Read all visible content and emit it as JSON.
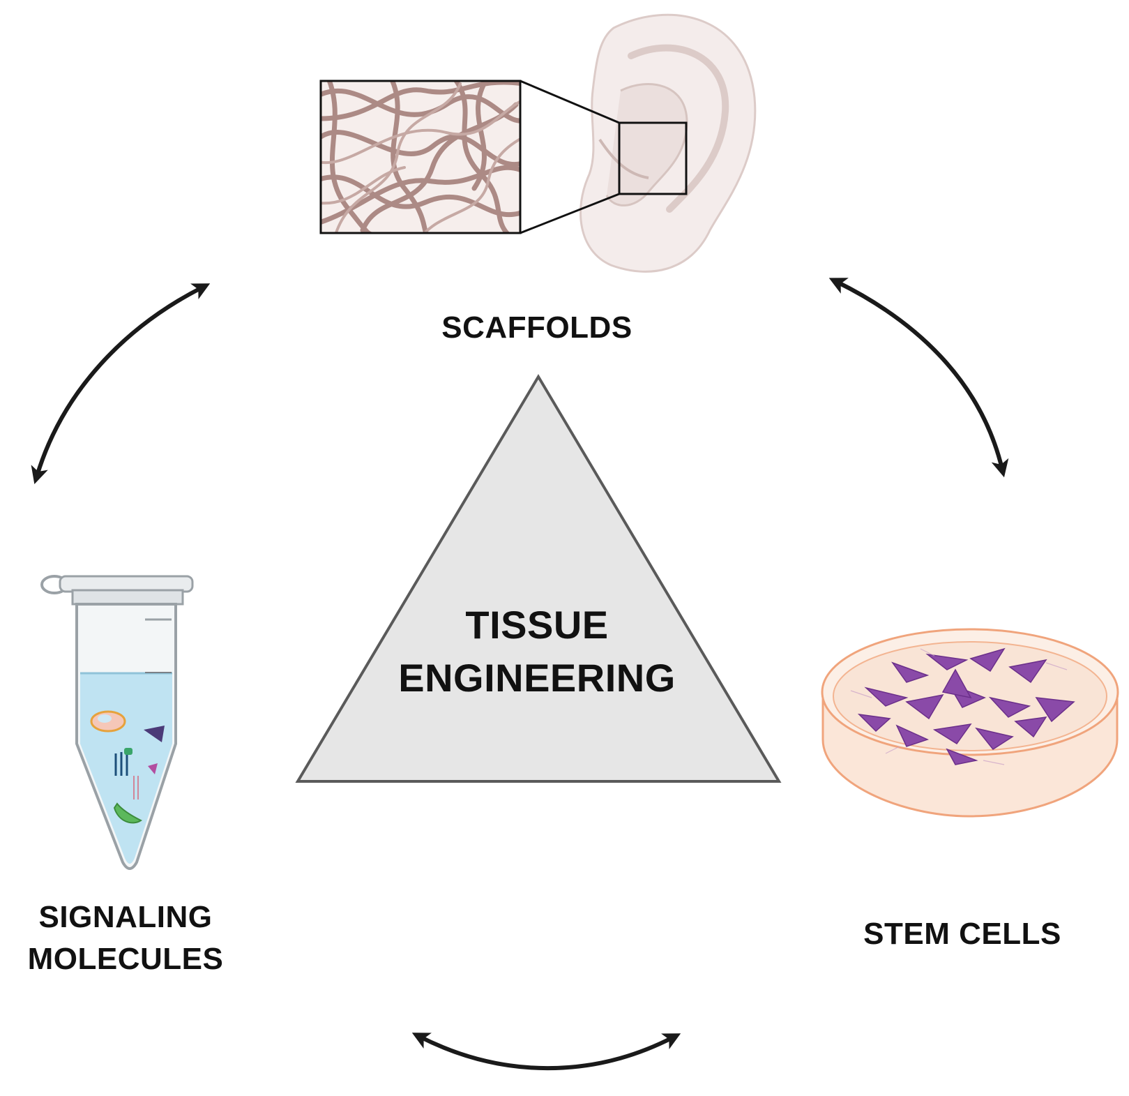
{
  "center": {
    "lines": [
      "TISSUE",
      "ENGINEERING"
    ]
  },
  "nodes": {
    "scaffolds": {
      "label": "SCAFFOLDS",
      "icon": "ear-scaffold-icon"
    },
    "stem_cells": {
      "label": "STEM CELLS",
      "icon": "petri-dish-cells-icon"
    },
    "signaling": {
      "lines": [
        "SIGNALING",
        "MOLECULES"
      ],
      "icon": "microtube-icon"
    }
  },
  "colors": {
    "triangle_fill": "#e6e6e6",
    "triangle_stroke": "#5a5a5a",
    "arrow": "#1a1a1a",
    "scaffold_fiber": "#a98580",
    "cells": "#8a4aa8",
    "dish": "#f0a47c",
    "tube_liquid": "#bfe3f2"
  }
}
